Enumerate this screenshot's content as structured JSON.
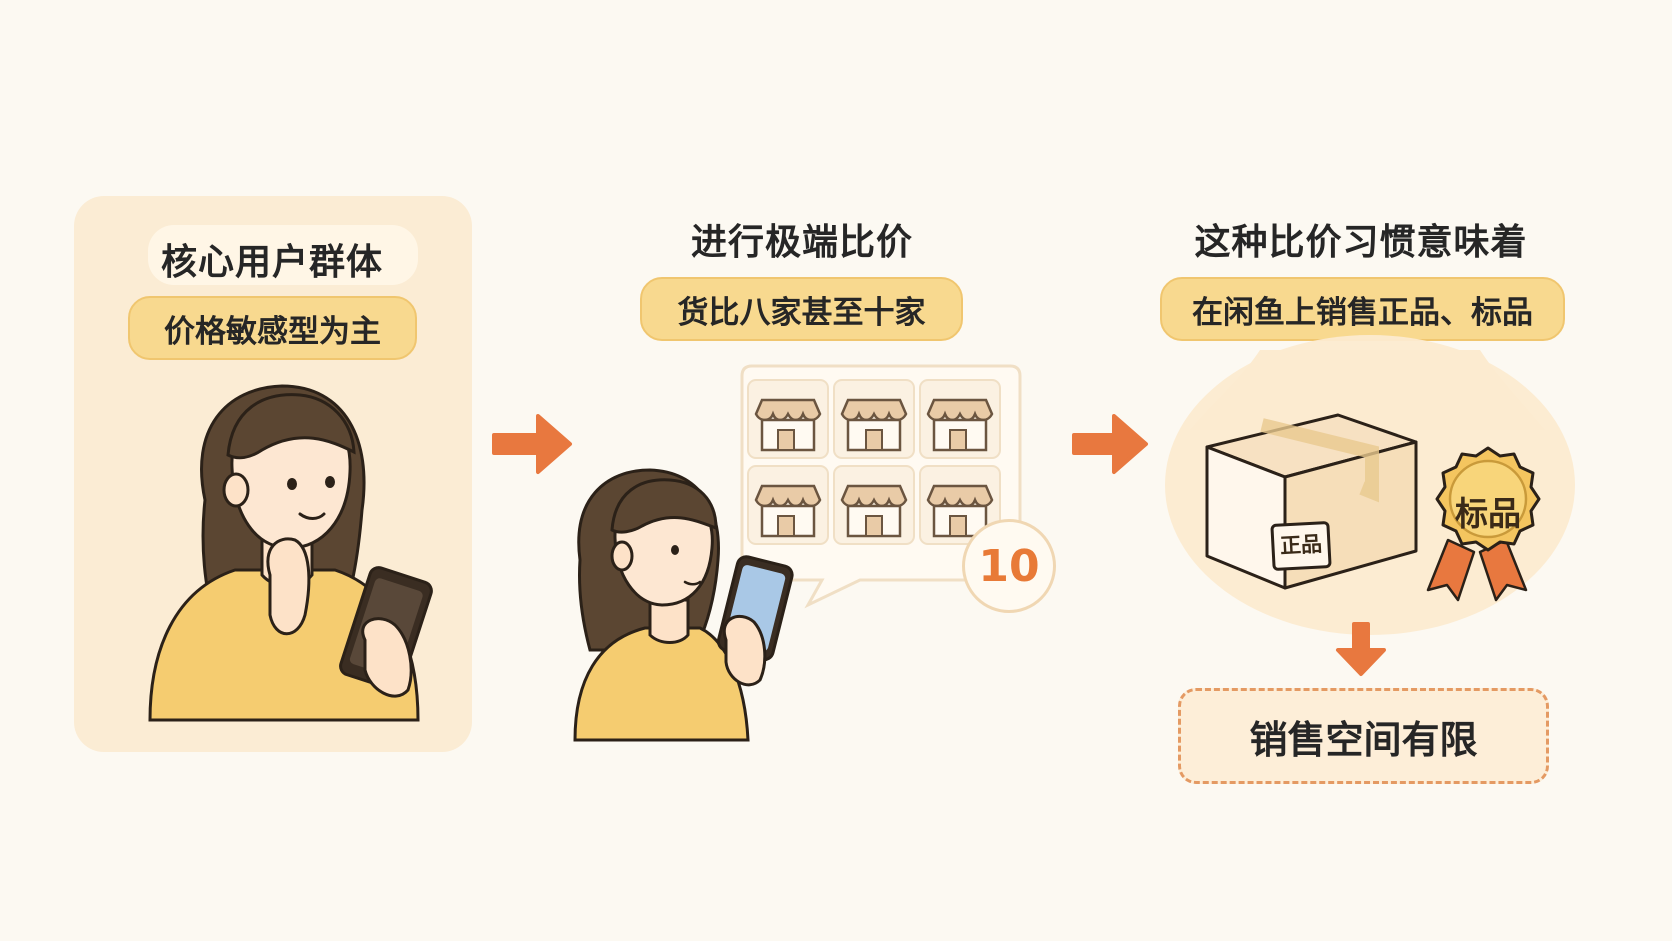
{
  "step1": {
    "title": "核心用户群体",
    "tag": "价格敏感型为主"
  },
  "step2": {
    "title": "进行极端比价",
    "tag": "货比八家甚至十家",
    "count": "10"
  },
  "step3": {
    "title": "这种比价习惯意味着",
    "tag": "在闲鱼上销售正品、标品",
    "box_stamp": "正品",
    "medal": "标品",
    "result": "销售空间有限"
  },
  "colors": {
    "background": "#fcf9f2",
    "card": "#fbecd4",
    "pill": "#f8d98f",
    "arrow": "#e8783f",
    "accent_number": "#e87a37"
  }
}
